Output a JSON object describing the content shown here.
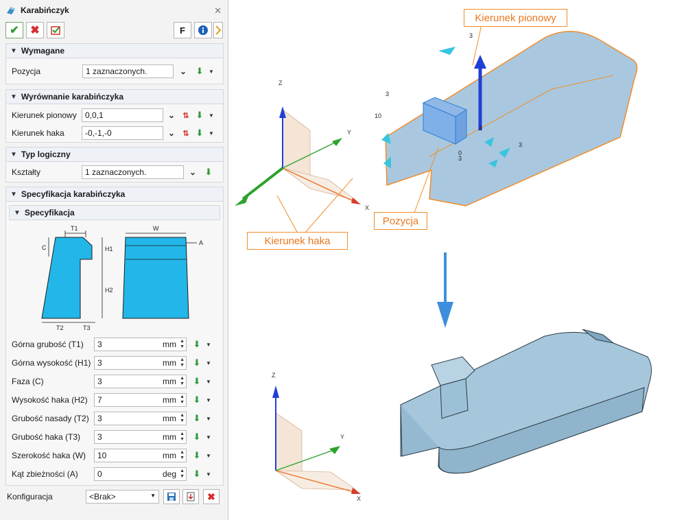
{
  "dialog": {
    "title": "Karabińczyk",
    "toolbar": {
      "f_label": "F"
    },
    "sections": {
      "wymagane": {
        "title": "Wymagane",
        "pozycja_label": "Pozycja",
        "pozycja_value": "1 zaznaczonych."
      },
      "wyrownanie": {
        "title": "Wyrównanie karabińczyka",
        "pionowy_label": "Kierunek pionowy",
        "pionowy_value": "0,0,1",
        "haka_label": "Kierunek haka",
        "haka_value": "-0,-1,-0"
      },
      "typ": {
        "title": "Typ logiczny",
        "ksztalty_label": "Kształty",
        "ksztalty_value": "1 zaznaczonych."
      },
      "spec": {
        "title": "Specyfikacja karabińczyka",
        "sub_title": "Specyfikacja",
        "diagram_labels": {
          "T1": "T1",
          "C": "C",
          "H1": "H1",
          "H2": "H2",
          "T2": "T2",
          "T3": "T3",
          "W": "W",
          "A": "A"
        },
        "params": [
          {
            "label": "Górna grubość (T1)",
            "value": "3",
            "unit": "mm"
          },
          {
            "label": "Górna wysokość (H1)",
            "value": "3",
            "unit": "mm"
          },
          {
            "label": "Faza (C)",
            "value": "3",
            "unit": "mm"
          },
          {
            "label": "Wysokość haka (H2)",
            "value": "7",
            "unit": "mm"
          },
          {
            "label": "Grubość nasady (T2)",
            "value": "3",
            "unit": "mm"
          },
          {
            "label": "Grubość haka (T3)",
            "value": "3",
            "unit": "mm"
          },
          {
            "label": "Szerokość haka (W)",
            "value": "10",
            "unit": "mm"
          },
          {
            "label": "Kąt zbieżności (A)",
            "value": "0",
            "unit": "deg"
          }
        ]
      },
      "konfiguracja": {
        "label": "Konfiguracja",
        "value": "<Brak>"
      }
    }
  },
  "viewport": {
    "callouts": {
      "pionowy": "Kierunek pionowy",
      "haka": "Kierunek haka",
      "pozycja": "Pozycja"
    },
    "axes": {
      "x": "X",
      "y": "Y",
      "z": "Z"
    },
    "dims": {
      "d3a": "3",
      "d3b": "3",
      "d10": "10",
      "d3c": "3",
      "d3d": "3",
      "d3e": "3",
      "d0": "0"
    }
  },
  "colors": {
    "accent_blue": "#1f8fd6",
    "orange": "#f28c28",
    "model_blue": "#a9c8df",
    "result": "#9fc3d9"
  }
}
